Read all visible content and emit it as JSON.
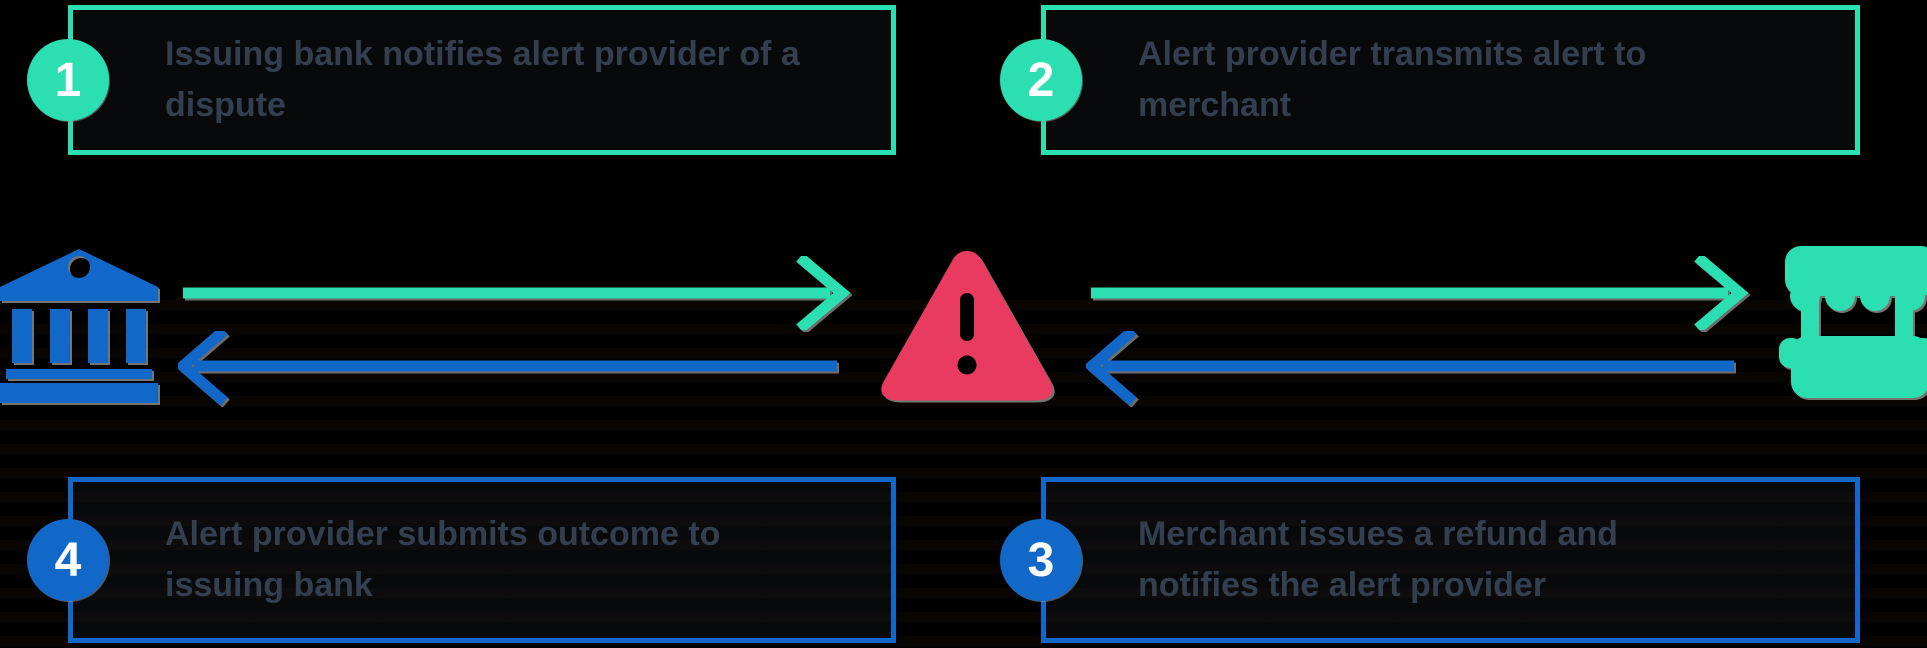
{
  "colors": {
    "teal": "#2BDFB1",
    "blue": "#1168C9",
    "pink": "#E93A5F",
    "text": "#333E4E",
    "badge_text": "#FFFFFF",
    "background": "#000000"
  },
  "steps": [
    {
      "number": "1",
      "text": "Issuing bank notifies alert provider of a dispute",
      "accent": "teal",
      "position": "top-left"
    },
    {
      "number": "2",
      "text": "Alert provider transmits alert to merchant",
      "accent": "teal",
      "position": "top-right"
    },
    {
      "number": "3",
      "text": "Merchant issues a refund and notifies the alert provider",
      "accent": "blue",
      "position": "bottom-right"
    },
    {
      "number": "4",
      "text": "Alert provider submits outcome to issuing bank",
      "accent": "blue",
      "position": "bottom-left"
    }
  ],
  "icons": {
    "left": "bank-icon",
    "center": "warning-triangle-icon",
    "right": "storefront-icon"
  },
  "arrows": [
    {
      "row": "left",
      "direction": "right",
      "color": "teal"
    },
    {
      "row": "left",
      "direction": "left",
      "color": "blue"
    },
    {
      "row": "right",
      "direction": "right",
      "color": "teal"
    },
    {
      "row": "right",
      "direction": "left",
      "color": "blue"
    }
  ]
}
